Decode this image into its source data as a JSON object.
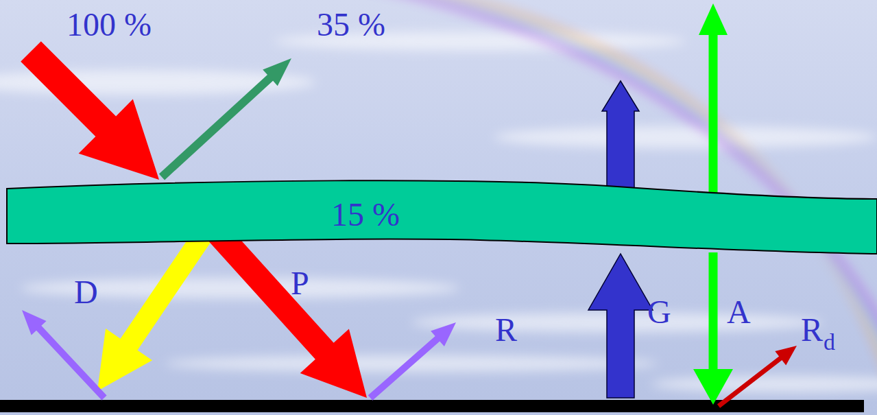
{
  "diagram": {
    "nodes": [
      {
        "text": [
          "15 %"
        ]
      }
    ],
    "labels": [
      "100 %",
      "35 %",
      "D",
      "P",
      "R",
      "G",
      "A",
      "R",
      "d"
    ]
  }
}
